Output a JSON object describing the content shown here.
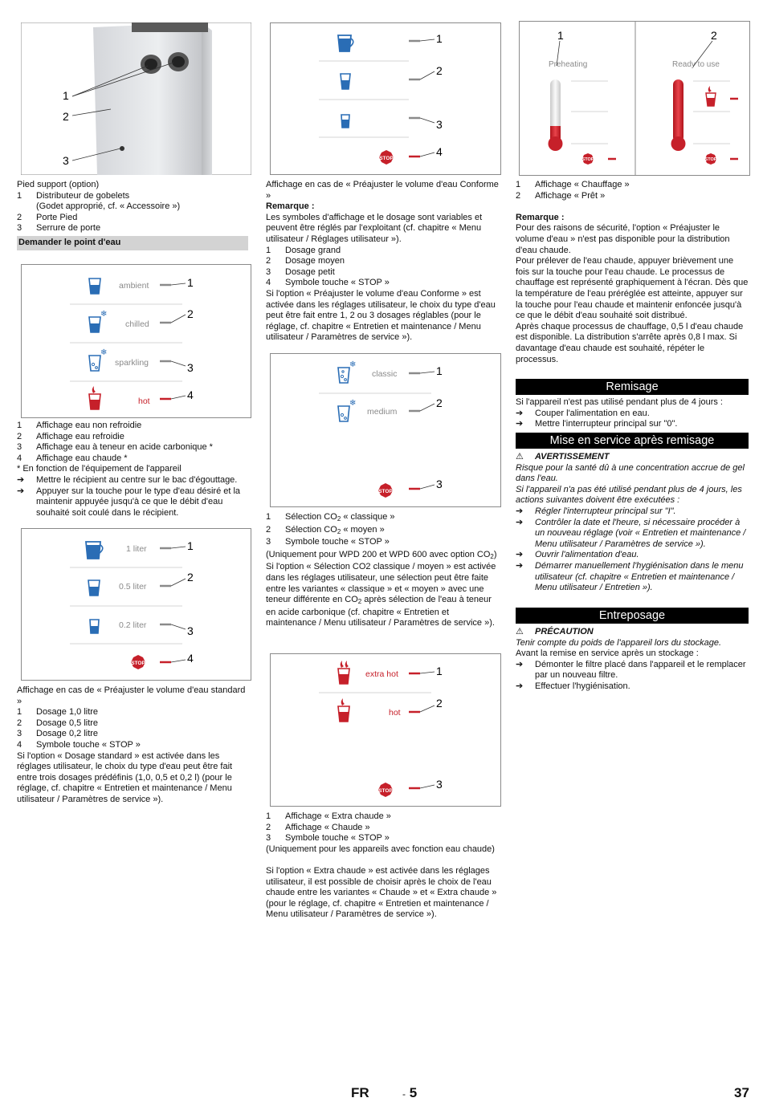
{
  "col1": {
    "fig1_callouts": [
      "1",
      "2",
      "3"
    ],
    "caption_title": "Pied support (option)",
    "caption_items": [
      {
        "n": "1",
        "t": "Distributeur de gobelets"
      },
      {
        "n": "",
        "t": "(Godet approprié, cf. « Accessoire »)"
      },
      {
        "n": "2",
        "t": "Porte Pied"
      },
      {
        "n": "3",
        "t": "Serrure de porte"
      }
    ],
    "section_title": "Demander le point d'eau",
    "fig2": {
      "labels": [
        "ambient",
        "chilled",
        "sparkling",
        "hot"
      ],
      "callouts": [
        "1",
        "2",
        "3",
        "4"
      ]
    },
    "fig2_items": [
      {
        "n": "1",
        "t": "Affichage eau non refroidie"
      },
      {
        "n": "2",
        "t": "Affichage eau refroidie"
      },
      {
        "n": "3",
        "t": "Affichage eau à teneur en acide carbonique *"
      },
      {
        "n": "4",
        "t": "Affichage eau chaude *"
      }
    ],
    "footnote": "* En fonction de l'équipement de l'appareil",
    "steps": [
      "Mettre le récipient au centre sur le bac d'égouttage.",
      "Appuyer sur la touche pour le type d'eau désiré et la maintenir appuyée jusqu'à ce que le débit d'eau souhaité soit coulé dans le récipient."
    ],
    "fig3": {
      "labels": [
        "1 liter",
        "0.5 liter",
        "0.2 liter"
      ],
      "stop": "STOP",
      "callouts": [
        "1",
        "2",
        "3",
        "4"
      ]
    },
    "fig3_intro": "Affichage en cas de « Préajuster le volume d'eau standard »",
    "fig3_items": [
      {
        "n": "1",
        "t": "Dosage 1,0 litre"
      },
      {
        "n": "2",
        "t": "Dosage 0,5 litre"
      },
      {
        "n": "3",
        "t": "Dosage 0,2 litre"
      },
      {
        "n": "4",
        "t": "Symbole touche « STOP »"
      }
    ],
    "fig3_para": "Si l'option « Dosage standard » est activée dans les réglages utilisateur, le choix du type d'eau peut être fait entre trois dosages prédéfinis (1,0, 0,5 et 0,2 l) (pour le réglage, cf. chapitre « Entretien et maintenance / Menu utilisateur / Paramètres de service »)."
  },
  "col2": {
    "fig4": {
      "stop": "STOP",
      "callouts": [
        "1",
        "2",
        "3",
        "4"
      ]
    },
    "fig4_intro": "Affichage en cas de « Préajuster le volume d'eau Conforme »",
    "remark_label": "Remarque :",
    "remark_text": "Les symboles d'affichage et le dosage sont variables et peuvent être réglés par l'exploitant (cf. chapitre « Menu utilisateur / Réglages utilisateur »).",
    "fig4_items": [
      {
        "n": "1",
        "t": "Dosage grand"
      },
      {
        "n": "2",
        "t": "Dosage moyen"
      },
      {
        "n": "3",
        "t": "Dosage petit"
      },
      {
        "n": "4",
        "t": "Symbole touche « STOP »"
      }
    ],
    "fig4_para": "Si l'option « Préajuster le volume d'eau Conforme » est activée dans les réglages utilisateur, le choix du type d'eau peut être fait entre 1, 2 ou 3 dosages réglables (pour le réglage, cf. chapitre « Entretien et maintenance / Menu utilisateur / Paramètres de service »).",
    "fig5": {
      "labels": [
        "classic",
        "medium"
      ],
      "stop": "STOP",
      "callouts": [
        "1",
        "2",
        "3"
      ]
    },
    "fig5_items": [
      {
        "n": "1",
        "a": "Sélection CO",
        "s": "2",
        "b": " « classique »"
      },
      {
        "n": "2",
        "a": "Sélection CO",
        "s": "2",
        "b": " « moyen »"
      },
      {
        "n": "3",
        "a": "Symbole touche « STOP »",
        "s": "",
        "b": ""
      }
    ],
    "fig5_note_a": "(Uniquement pour WPD 200 et WPD 600 avec option CO",
    "fig5_note_s": "2",
    "fig5_note_b": ")",
    "fig5_para_a": "Si l'option « Sélection CO2 classique / moyen » est activée dans les réglages utilisateur, une sélection peut être faite entre les variantes « classique » et « moyen » avec une teneur différente en CO",
    "fig5_para_s": "2",
    "fig5_para_b": " après sélection de l'eau à teneur en acide carbonique (cf. chapitre « Entretien et maintenance / Menu utilisateur / Paramètres de service »).",
    "fig6": {
      "labels": [
        "extra hot",
        "hot"
      ],
      "stop": "STOP",
      "callouts": [
        "1",
        "2",
        "3"
      ]
    },
    "fig6_items": [
      {
        "n": "1",
        "t": "Affichage « Extra chaude »"
      },
      {
        "n": "2",
        "t": "Affichage « Chaude »"
      },
      {
        "n": "3",
        "t": "Symbole touche « STOP »"
      }
    ],
    "fig6_note": "(Uniquement pour les appareils avec fonction eau chaude)",
    "fig6_para": "Si l'option « Extra chaude » est activée dans les réglages utilisateur, il est possible de choisir après le choix de l'eau chaude entre les variantes « Chaude » et « Extra chaude » (pour le réglage, cf. chapitre « Entretien et maintenance / Menu utilisateur / Paramètres de service »)."
  },
  "col3": {
    "fig7": {
      "left_label": "Preheating",
      "right_label": "Ready to use",
      "stop": "STOP",
      "callouts": [
        "1",
        "2"
      ]
    },
    "fig7_items": [
      {
        "n": "1",
        "t": "Affichage « Chauffage »"
      },
      {
        "n": "2",
        "t": "Affichage « Prêt »"
      }
    ],
    "remark_label": "Remarque :",
    "remark_text": "Pour des raisons de sécurité, l'option « Préajuster le volume d'eau » n'est pas disponible pour la distribution d'eau chaude.",
    "para1": "Pour prélever de l'eau chaude, appuyer brièvement une fois sur la touche pour l'eau chaude. Le processus de chauffage est représenté graphiquement à l'écran. Dès que la température de l'eau préréglée est atteinte, appuyer sur la touche pour l'eau chaude et maintenir enfoncée jusqu'à ce que le débit d'eau souhaité soit distribué.",
    "para2": "Après chaque processus de chauffage, 0,5 l d'eau chaude est disponible. La distribution s'arrête après 0,8 l max. Si davantage d'eau chaude est souhaité, répéter le processus.",
    "h_remisage": "Remisage",
    "remisage_intro": "Si l'appareil n'est pas utilisé pendant plus de 4 jours :",
    "remisage_steps": [
      "Couper l'alimentation en eau.",
      "Mettre l'interrupteur principal sur \"0\"."
    ],
    "h_mise": "Mise en service après remisage",
    "warning_label": "AVERTISSEMENT",
    "warning_text": "Risque pour la santé dû à une concentration accrue de gel dans l'eau.",
    "warning_text2": "Si l'appareil n'a pas été utilisé pendant plus de 4 jours, les actions suivantes doivent être exécutées :",
    "mise_steps": [
      "Régler l'interrupteur principal sur \"I\".",
      "Contrôler la date et l'heure, si nécessaire procéder à un nouveau réglage (voir « Entretien et maintenance / Menu utilisateur / Paramètres de service »).",
      "Ouvrir l'alimentation d'eau.",
      "Démarrer manuellement l'hygiénisation dans le menu utilisateur (cf. chapitre « Entretien et maintenance / Menu utilisateur / Entretien »)."
    ],
    "h_entreposage": "Entreposage",
    "caution_label": "PRÉCAUTION",
    "caution_text": "Tenir compte du poids de l'appareil lors du stockage.",
    "entreposage_intro": "Avant la remise en service après un stockage :",
    "entreposage_steps": [
      "Démonter le filtre placé dans l'appareil et le remplacer par un nouveau filtre.",
      "Effectuer l'hygiénisation."
    ]
  },
  "footer": {
    "lang": "FR",
    "page_sub": "5",
    "page_dash": "-",
    "page_num": "37"
  },
  "colors": {
    "blue": "#2a6db5",
    "red": "#c6202a",
    "gray": "#8a8a8a"
  }
}
